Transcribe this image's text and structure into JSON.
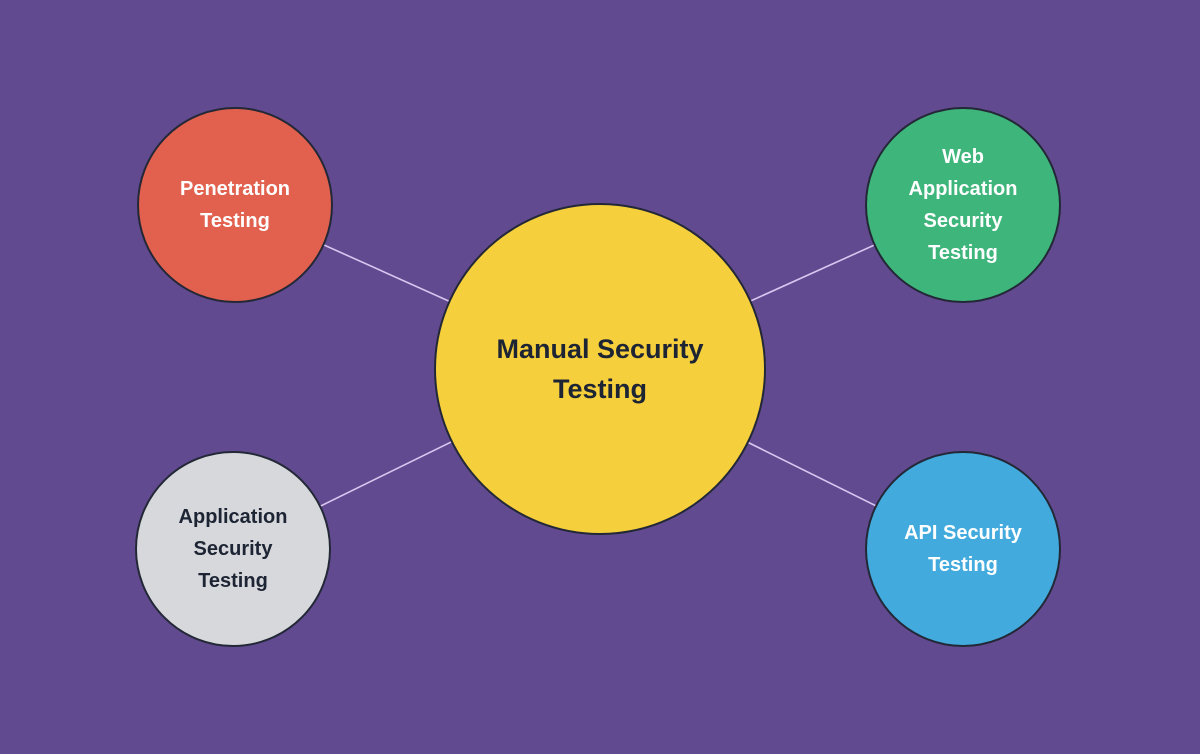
{
  "diagram": {
    "background_color": "#624a90",
    "connector_color": "#d9c7f0",
    "node_border_color": "#232837",
    "center": {
      "label": "Manual Security\nTesting",
      "fill": "#f6cf3c",
      "text_color": "#1d2433"
    },
    "nodes": [
      {
        "id": "penetration-testing",
        "label": "Penetration\nTesting",
        "fill": "#e2604e",
        "text_color": "#ffffff"
      },
      {
        "id": "web-application-security-testing",
        "label": "Web\nApplication\nSecurity\nTesting",
        "fill": "#3eb57b",
        "text_color": "#ffffff"
      },
      {
        "id": "application-security-testing",
        "label": "Application\nSecurity\nTesting",
        "fill": "#d6d8dc",
        "text_color": "#1d2433"
      },
      {
        "id": "api-security-testing",
        "label": "API Security\nTesting",
        "fill": "#42aadd",
        "text_color": "#ffffff"
      }
    ]
  }
}
